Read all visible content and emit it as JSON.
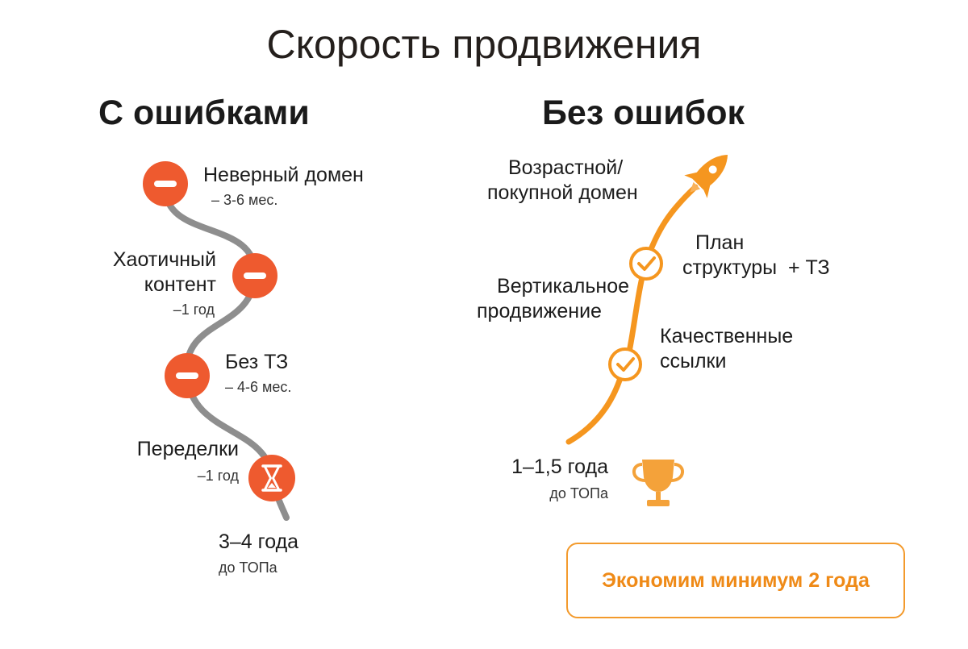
{
  "title": "Скорость продвижения",
  "left": {
    "heading": "С ошибками",
    "steps": [
      {
        "label": "Неверный домен",
        "note": "– 3-6 мес."
      },
      {
        "label_line1": "Хаотичный",
        "label_line2": "контент",
        "note": "–1 год"
      },
      {
        "label": "Без ТЗ",
        "note": "– 4-6 мес."
      },
      {
        "label": "Переделки",
        "note": "–1 год"
      }
    ],
    "result": {
      "label": "3–4 года",
      "note": "до ТОПа"
    }
  },
  "right": {
    "heading": "Без ошибок",
    "steps": [
      {
        "label_line1": "Возрастной/",
        "label_line2": "покупной домен"
      },
      {
        "label_line1": "План",
        "label_line2": "структуры  + ТЗ"
      },
      {
        "label_line1": "Вертикальное",
        "label_line2": "продвижение"
      },
      {
        "label_line1": "Качественные",
        "label_line2": "ссылки"
      }
    ],
    "result": {
      "label": "1–1,5 года",
      "note": "до ТОПа"
    },
    "callout": "Экономим минимум 2 года"
  },
  "colors": {
    "road": "#8e8e8e",
    "minus_marker": "#ee5a2f",
    "growth_line": "#f5961f",
    "trophy": "#f4a23a",
    "callout_text": "#ef8a17"
  },
  "icons": [
    "minus-icon",
    "hourglass-icon",
    "check-icon",
    "rocket-icon",
    "trophy-icon"
  ]
}
